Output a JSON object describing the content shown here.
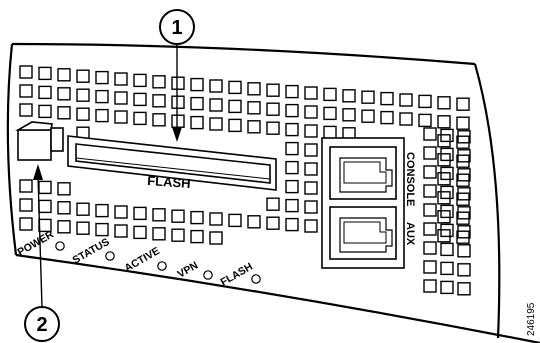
{
  "callouts": [
    {
      "number": "1",
      "target": "flash-slot"
    },
    {
      "number": "2",
      "target": "power-switch"
    }
  ],
  "slot_label": "FLASH",
  "leds": [
    "POWER",
    "STATUS",
    "ACTIVE",
    "VPN",
    "FLASH"
  ],
  "ports": [
    "CONSOLE",
    "AUX"
  ],
  "figure_id": "246195",
  "colors": {
    "stroke": "#000000",
    "background": "#ffffff"
  }
}
